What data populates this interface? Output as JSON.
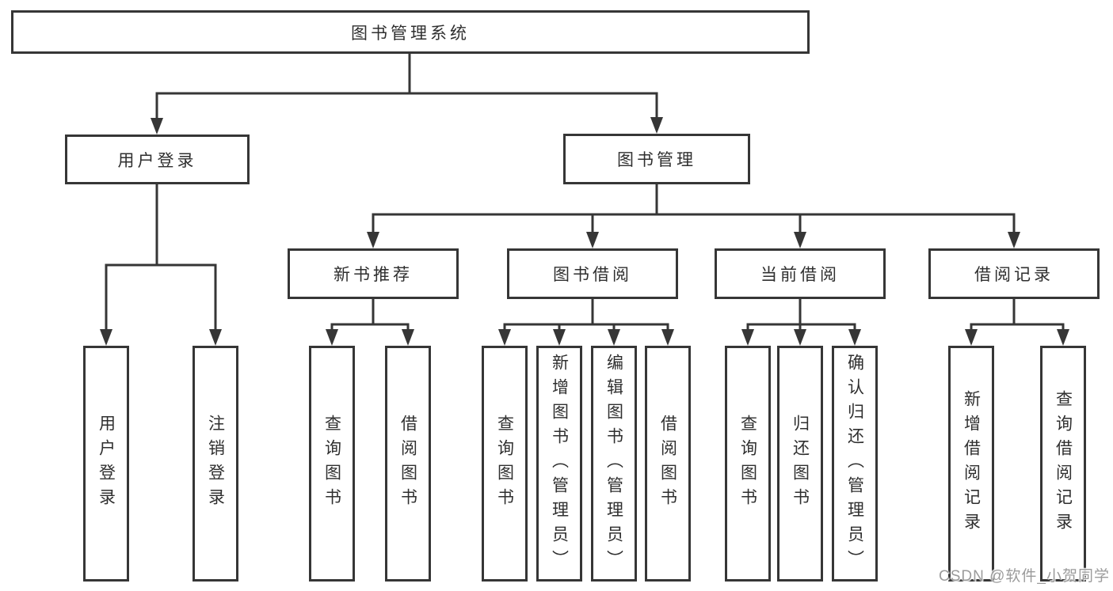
{
  "tree": {
    "root": {
      "label": "图书管理系统",
      "children": [
        {
          "label": "用户登录",
          "children": [
            {
              "label": "用户登录"
            },
            {
              "label": "注销登录"
            }
          ]
        },
        {
          "label": "图书管理",
          "children": [
            {
              "label": "新书推荐",
              "children": [
                {
                  "label": "查询图书"
                },
                {
                  "label": "借阅图书"
                }
              ]
            },
            {
              "label": "图书借阅",
              "children": [
                {
                  "label": "查询图书"
                },
                {
                  "label": "新增图书（管理员）"
                },
                {
                  "label": "编辑图书（管理员）"
                },
                {
                  "label": "借阅图书"
                }
              ]
            },
            {
              "label": "当前借阅",
              "children": [
                {
                  "label": "查询图书"
                },
                {
                  "label": "归还图书"
                },
                {
                  "label": "确认归还（管理员）"
                }
              ]
            },
            {
              "label": "借阅记录",
              "children": [
                {
                  "label": "新增借阅记录"
                },
                {
                  "label": "查询借阅记录"
                }
              ]
            }
          ]
        }
      ]
    }
  },
  "watermark": {
    "text": "CSDN @软件_小贺同学"
  },
  "colors": {
    "line": "#363636",
    "box_border": "#363636",
    "text": "#2f2f2f",
    "watermark": "#9b9b9b",
    "background": "#ffffff"
  }
}
